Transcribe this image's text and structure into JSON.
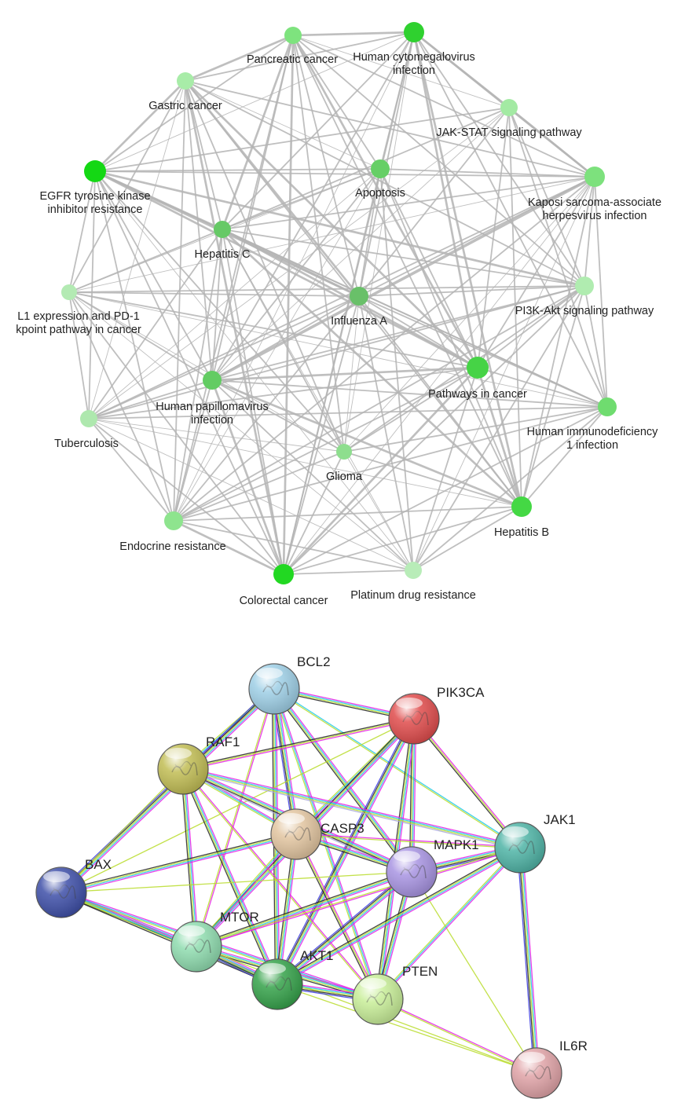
{
  "pathway_network": {
    "nodes": [
      {
        "id": "pancreatic",
        "lines": [
          "Pancreatic cancer"
        ],
        "color": "#7ee37e"
      },
      {
        "id": "hcmv",
        "lines": [
          "Human cytomegalovirus",
          "infection"
        ],
        "color": "#2fd12f"
      },
      {
        "id": "gastric",
        "lines": [
          "Gastric cancer"
        ],
        "color": "#a8eca8"
      },
      {
        "id": "jakstat",
        "lines": [
          "JAK-STAT signaling pathway"
        ],
        "color": "#a3eaa3"
      },
      {
        "id": "egfr",
        "lines": [
          "EGFR tyrosine kinase",
          "inhibitor resistance"
        ],
        "color": "#14d814"
      },
      {
        "id": "apoptosis",
        "lines": [
          "Apoptosis"
        ],
        "color": "#66cf66"
      },
      {
        "id": "kaposi",
        "lines": [
          "Kaposi sarcoma-associate",
          "herpesvirus infection"
        ],
        "color": "#7de17d"
      },
      {
        "id": "hepc",
        "lines": [
          "Hepatitis C"
        ],
        "color": "#66c966"
      },
      {
        "id": "pdl1",
        "lines": [
          "L1 expression and PD-1",
          "kpoint pathway in cancer"
        ],
        "color": "#b3eab3"
      },
      {
        "id": "influenza",
        "lines": [
          "Influenza A"
        ],
        "color": "#69c069"
      },
      {
        "id": "pi3k",
        "lines": [
          "PI3K-Akt signaling pathway"
        ],
        "color": "#b0ecb0"
      },
      {
        "id": "pathways",
        "lines": [
          "Pathways in cancer"
        ],
        "color": "#46d346"
      },
      {
        "id": "hpv",
        "lines": [
          "Human papillomavirus",
          "infection"
        ],
        "color": "#63cc63"
      },
      {
        "id": "tuberculosis",
        "lines": [
          "Tuberculosis"
        ],
        "color": "#aee8ae"
      },
      {
        "id": "hiv",
        "lines": [
          "Human immunodeficiency",
          "1 infection"
        ],
        "color": "#6fdc6f"
      },
      {
        "id": "glioma",
        "lines": [
          "Glioma"
        ],
        "color": "#8ede8e"
      },
      {
        "id": "endocrine",
        "lines": [
          "Endocrine resistance"
        ],
        "color": "#8ee48e"
      },
      {
        "id": "hepb",
        "lines": [
          "Hepatitis B"
        ],
        "color": "#44d844"
      },
      {
        "id": "colorectal",
        "lines": [
          "Colorectal cancer"
        ],
        "color": "#22d822"
      },
      {
        "id": "platinum",
        "lines": [
          "Platinum drug resistance"
        ],
        "color": "#b8ecb8"
      }
    ],
    "edge_color": "#b4b4b4"
  },
  "ppi_network": {
    "nodes": [
      {
        "id": "BCL2",
        "label": "BCL2",
        "color": "#9ecfe6"
      },
      {
        "id": "PIK3CA",
        "label": "PIK3CA",
        "color": "#e04c4c"
      },
      {
        "id": "RAF1",
        "label": "RAF1",
        "color": "#c1bd54"
      },
      {
        "id": "CASP3",
        "label": "CASP3",
        "color": "#e2c5a0"
      },
      {
        "id": "JAK1",
        "label": "JAK1",
        "color": "#4fb4a6"
      },
      {
        "id": "MAPK1",
        "label": "MAPK1",
        "color": "#a894e2"
      },
      {
        "id": "BAX",
        "label": "BAX",
        "color": "#3e4fa8"
      },
      {
        "id": "MTOR",
        "label": "MTOR",
        "color": "#8fdcaf"
      },
      {
        "id": "AKT1",
        "label": "AKT1",
        "color": "#35a24a"
      },
      {
        "id": "PTEN",
        "label": "PTEN",
        "color": "#c8ee98"
      },
      {
        "id": "IL6R",
        "label": "IL6R",
        "color": "#e0a3a7"
      }
    ],
    "edge_colors": [
      "#e51ee5",
      "#1fc8e8",
      "#b8dc2a",
      "#222222",
      "#3a3ae0",
      "#a8a8d8"
    ]
  }
}
